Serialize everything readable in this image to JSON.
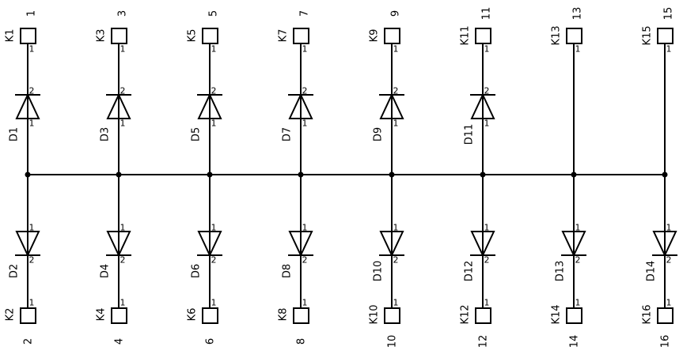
{
  "schematic": {
    "upper": [
      {
        "net": "1",
        "conn": "K1",
        "conn_pin": "1",
        "diode": "D1",
        "diode_pin_top": "2",
        "diode_pin_bottom": "1"
      },
      {
        "net": "3",
        "conn": "K3",
        "conn_pin": "1",
        "diode": "D3",
        "diode_pin_top": "2",
        "diode_pin_bottom": "1"
      },
      {
        "net": "5",
        "conn": "K5",
        "conn_pin": "1",
        "diode": "D5",
        "diode_pin_top": "2",
        "diode_pin_bottom": "1"
      },
      {
        "net": "7",
        "conn": "K7",
        "conn_pin": "1",
        "diode": "D7",
        "diode_pin_top": "2",
        "diode_pin_bottom": "1"
      },
      {
        "net": "9",
        "conn": "K9",
        "conn_pin": "1",
        "diode": "D9",
        "diode_pin_top": "2",
        "diode_pin_bottom": "1"
      },
      {
        "net": "11",
        "conn": "K11",
        "conn_pin": "1",
        "diode": "D11",
        "diode_pin_top": "2",
        "diode_pin_bottom": "1"
      },
      {
        "net": "13",
        "conn": "K13",
        "conn_pin": "1",
        "diode": "",
        "diode_pin_top": "",
        "diode_pin_bottom": ""
      },
      {
        "net": "15",
        "conn": "K15",
        "conn_pin": "1",
        "diode": "",
        "diode_pin_top": "",
        "diode_pin_bottom": ""
      }
    ],
    "lower": [
      {
        "net": "2",
        "conn": "K2",
        "conn_pin": "1",
        "diode": "D2",
        "diode_pin_top": "1",
        "diode_pin_bottom": "2"
      },
      {
        "net": "4",
        "conn": "K4",
        "conn_pin": "1",
        "diode": "D4",
        "diode_pin_top": "1",
        "diode_pin_bottom": "2"
      },
      {
        "net": "6",
        "conn": "K6",
        "conn_pin": "1",
        "diode": "D6",
        "diode_pin_top": "1",
        "diode_pin_bottom": "2"
      },
      {
        "net": "8",
        "conn": "K8",
        "conn_pin": "1",
        "diode": "D8",
        "diode_pin_top": "1",
        "diode_pin_bottom": "2"
      },
      {
        "net": "10",
        "conn": "K10",
        "conn_pin": "1",
        "diode": "D10",
        "diode_pin_top": "1",
        "diode_pin_bottom": "2"
      },
      {
        "net": "12",
        "conn": "K12",
        "conn_pin": "1",
        "diode": "D12",
        "diode_pin_top": "1",
        "diode_pin_bottom": "2"
      },
      {
        "net": "14",
        "conn": "K14",
        "conn_pin": "1",
        "diode": "D13",
        "diode_pin_top": "1",
        "diode_pin_bottom": "2"
      },
      {
        "net": "16",
        "conn": "K16",
        "conn_pin": "1",
        "diode": "D14",
        "diode_pin_top": "1",
        "diode_pin_bottom": "2"
      }
    ]
  }
}
